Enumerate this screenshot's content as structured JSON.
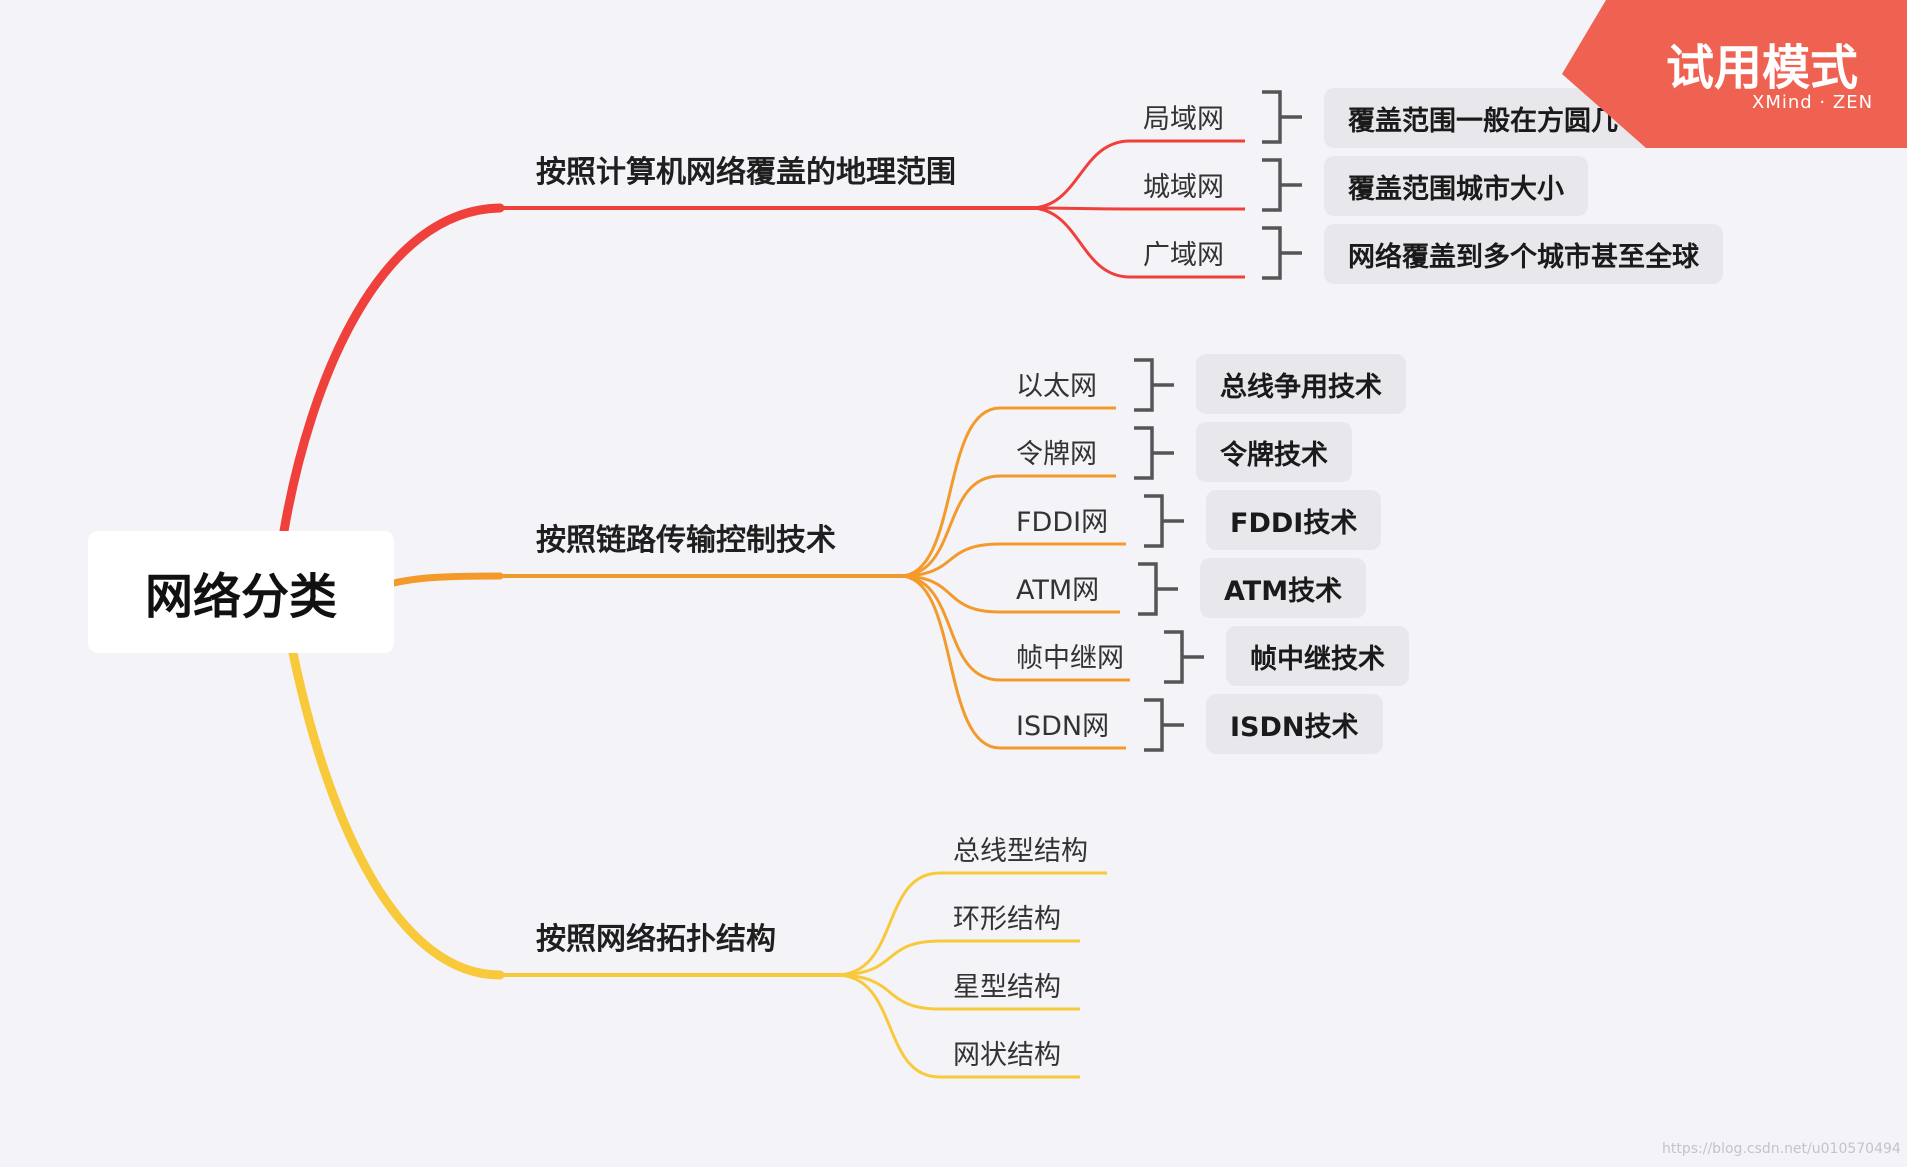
{
  "root": {
    "label": "网络分类"
  },
  "branches": [
    {
      "label": "按照计算机网络覆盖的地理范围",
      "color": "#f0403c",
      "items": [
        {
          "label": "局域网",
          "note": "覆盖范围一般在方圆几十米到几千米"
        },
        {
          "label": "城域网",
          "note": "覆盖范围城市大小"
        },
        {
          "label": "广域网",
          "note": "网络覆盖到多个城市甚至全球"
        }
      ]
    },
    {
      "label": "按照链路传输控制技术",
      "color": "#f39a2b",
      "items": [
        {
          "label": "以太网",
          "note": "总线争用技术"
        },
        {
          "label": "令牌网",
          "note": "令牌技术"
        },
        {
          "label": "FDDI网",
          "note": "FDDI技术"
        },
        {
          "label": "ATM网",
          "note": "ATM技术"
        },
        {
          "label": "帧中继网",
          "note": "帧中继技术"
        },
        {
          "label": "ISDN网",
          "note": "ISDN技术"
        }
      ]
    },
    {
      "label": "按照网络拓扑结构",
      "color": "#f9c93c",
      "items": [
        {
          "label": "总线型结构"
        },
        {
          "label": "环形结构"
        },
        {
          "label": "星型结构"
        },
        {
          "label": "网状结构"
        }
      ]
    }
  ],
  "trial_banner": {
    "title": "试用模式",
    "brand": "XMind · ZEN",
    "color": "#ef6151"
  },
  "watermark": "https://blog.csdn.net/u010570494"
}
